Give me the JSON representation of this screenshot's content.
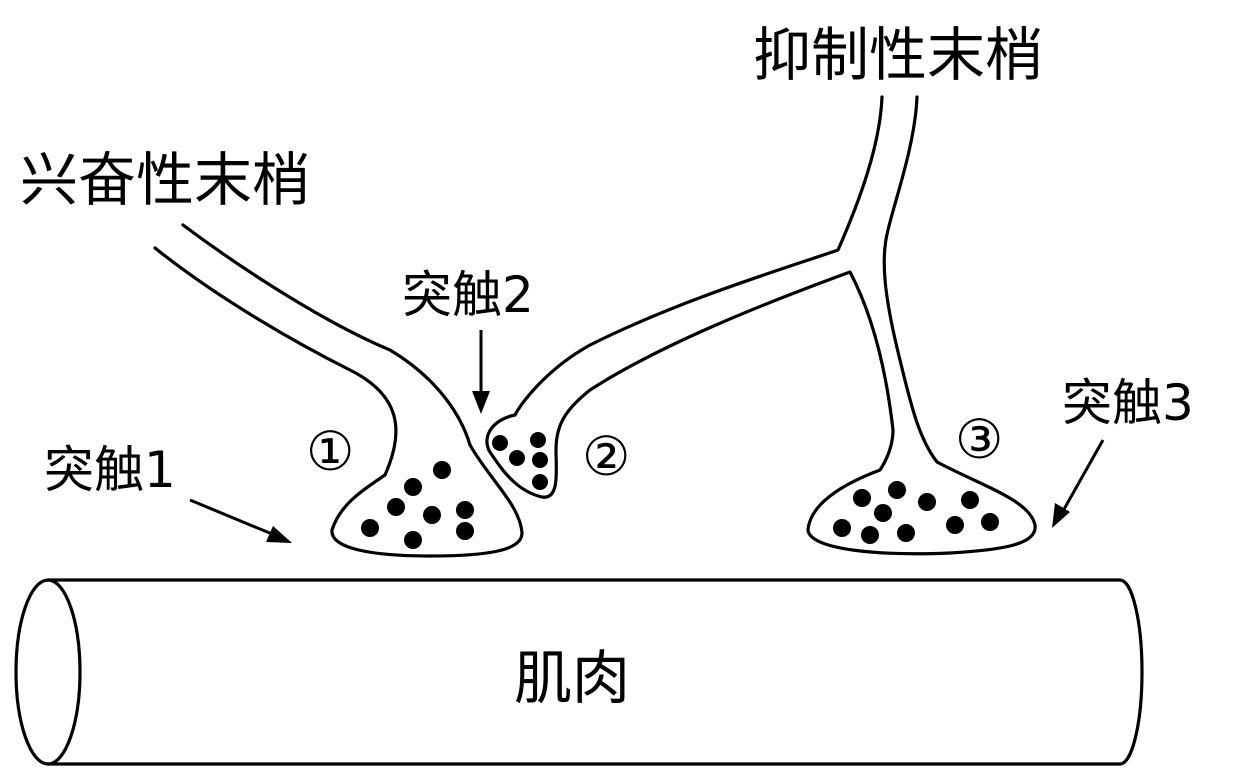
{
  "labels": {
    "excitatory_terminal": "兴奋性末梢",
    "inhibitory_terminal": "抑制性末梢",
    "synapse_1": "突触1",
    "synapse_2": "突触2",
    "synapse_3": "突触3",
    "marker_1": "①",
    "marker_2": "②",
    "marker_3": "③",
    "muscle": "肌肉"
  },
  "colors": {
    "stroke": "#000000",
    "background": "#ffffff"
  }
}
